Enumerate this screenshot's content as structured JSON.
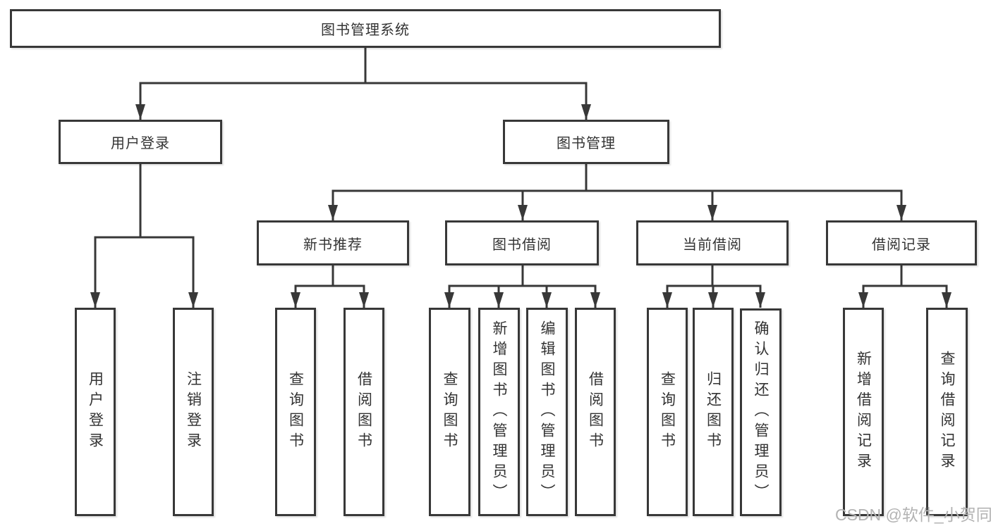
{
  "colors": {
    "line": "#383838",
    "box_border": "#383838",
    "text": "#333333",
    "watermark": "#b3b3b3",
    "background": "#ffffff"
  },
  "tree": {
    "root": "图书管理系统",
    "children": [
      {
        "label": "用户登录",
        "children": [
          {
            "label": "用户登录"
          },
          {
            "label": "注销登录"
          }
        ]
      },
      {
        "label": "图书管理",
        "children": [
          {
            "label": "新书推荐",
            "children": [
              {
                "label": "查询图书"
              },
              {
                "label": "借阅图书"
              }
            ]
          },
          {
            "label": "图书借阅",
            "children": [
              {
                "label": "查询图书"
              },
              {
                "label": "新增图书（管理员）"
              },
              {
                "label": "编辑图书（管理员）"
              },
              {
                "label": "借阅图书"
              }
            ]
          },
          {
            "label": "当前借阅",
            "children": [
              {
                "label": "查询图书"
              },
              {
                "label": "归还图书"
              },
              {
                "label": "确认归还（管理员）"
              }
            ]
          },
          {
            "label": "借阅记录",
            "children": [
              {
                "label": "新增借阅记录"
              },
              {
                "label": "查询借阅记录"
              }
            ]
          }
        ]
      }
    ]
  },
  "watermark": "CSDN @软件_小贺同学"
}
